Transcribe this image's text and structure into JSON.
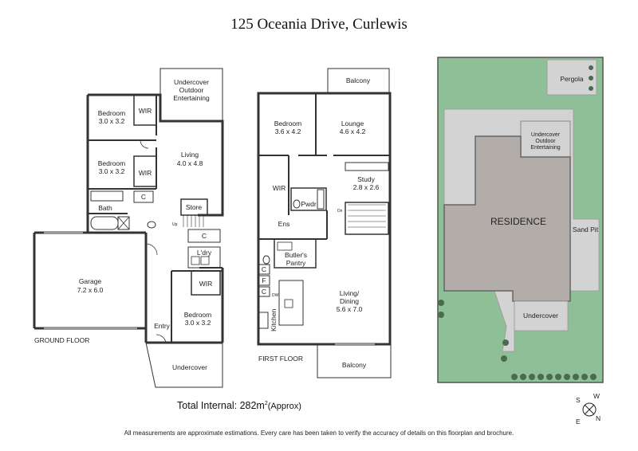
{
  "title": "125 Oceania Drive, Curlewis",
  "ground_floor": {
    "label": "GROUND FLOOR",
    "rooms": {
      "undercover_outdoor": [
        "Undercover",
        "Outdoor",
        "Entertaining"
      ],
      "bedroom1": [
        "Bedroom",
        "3.0 x 3.2"
      ],
      "wir1": "WIR",
      "bedroom2": [
        "Bedroom",
        "3.0 x 3.2"
      ],
      "wir2": "WIR",
      "living": [
        "Living",
        "4.0 x 4.8"
      ],
      "bath": "Bath",
      "c1": "C",
      "store": "Store",
      "up": "Up",
      "c2": "C",
      "ldry": "L'dry",
      "garage": [
        "Garage",
        "7.2 x 6.0"
      ],
      "wir3": "WIR",
      "bedroom3": [
        "Bedroom",
        "3.0 x 3.2"
      ],
      "entry": "Entry",
      "undercover": "Undercover"
    }
  },
  "first_floor": {
    "label": "FIRST FLOOR",
    "rooms": {
      "balcony_top": "Balcony",
      "bedroom": [
        "Bedroom",
        "3.6 x 4.2"
      ],
      "lounge": [
        "Lounge",
        "4.6 x 4.2"
      ],
      "wir": "WIR",
      "study": [
        "Study",
        "2.8 x 2.6"
      ],
      "pwdr": "Pwdr",
      "dn": "Dn",
      "ens": "Ens",
      "butlers": [
        "Butler's",
        "Pantry"
      ],
      "c1": "C",
      "f": "F",
      "c2": "C",
      "dw": "DW",
      "kitchen": "Kitchen",
      "living_dining": [
        "Living/",
        "Dining",
        "5.6 x 7.0"
      ],
      "balcony_bottom": "Balcony"
    }
  },
  "site": {
    "pergola": "Pergola",
    "undercover_outdoor": [
      "Undercover",
      "Outdoor",
      "Entertaining"
    ],
    "residence": "RESIDENCE",
    "sand_pit": "Sand Pit",
    "undercover": "Undercover",
    "colors": {
      "lawn": "#8fbf96",
      "paving": "#d3d3d3",
      "building": "#b3adaa"
    }
  },
  "total": {
    "text": "Total Internal: 282m",
    "sup": "2",
    "suffix": "(Approx)"
  },
  "compass": {
    "s": "S",
    "w": "W",
    "e": "E",
    "n": "N"
  },
  "footer": "All measurements are approximate estimations. Every care has been taken to verify the accuracy of details on this floorplan and brochure."
}
